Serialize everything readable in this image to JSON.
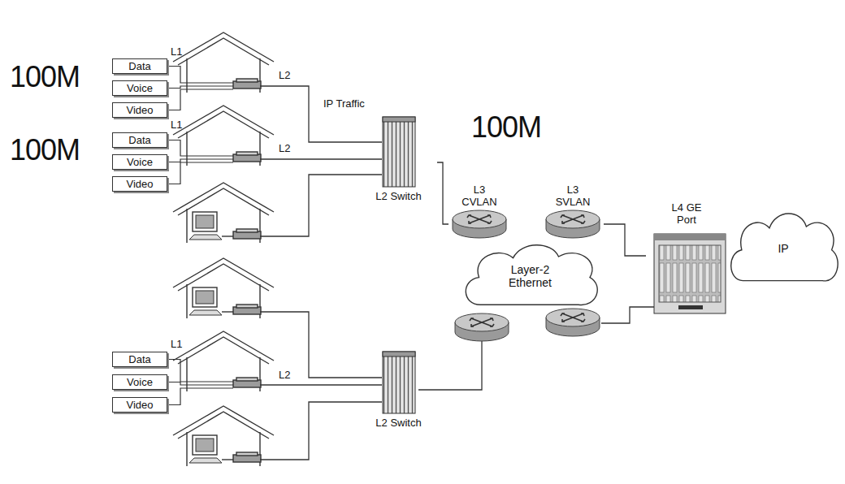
{
  "diagram": {
    "nodes": [
      {
        "text": [
          "Data"
        ]
      },
      {
        "text": [
          "Voice"
        ]
      },
      {
        "text": [
          "Video"
        ]
      },
      {
        "text": [
          "Data"
        ]
      },
      {
        "text": [
          "Voice"
        ]
      },
      {
        "text": [
          "Video"
        ]
      },
      {
        "text": [
          "L2 Switch"
        ]
      },
      {
        "text": [
          "L3 CVLAN"
        ]
      },
      {
        "text": [
          "L3 SVLAN"
        ]
      },
      {
        "text": [
          "Layer-2 Ethernet"
        ]
      },
      {
        "text": [
          "L4 GE Port"
        ]
      },
      {
        "text": [
          "IP"
        ]
      },
      {
        "text": [
          "Data"
        ]
      },
      {
        "text": [
          "Voice"
        ]
      },
      {
        "text": [
          "Video"
        ]
      },
      {
        "text": [
          "L2 Switch"
        ]
      }
    ],
    "edges": [
      {
        "from": 6,
        "to": 7,
        "arrow": "none"
      },
      {
        "from": 8,
        "to": 10,
        "arrow": "none"
      }
    ],
    "labels": [
      "100M",
      "L1",
      "L2",
      "100M",
      "L1",
      "L2",
      "IP Traffic",
      "100M",
      "L1",
      "L2"
    ]
  }
}
